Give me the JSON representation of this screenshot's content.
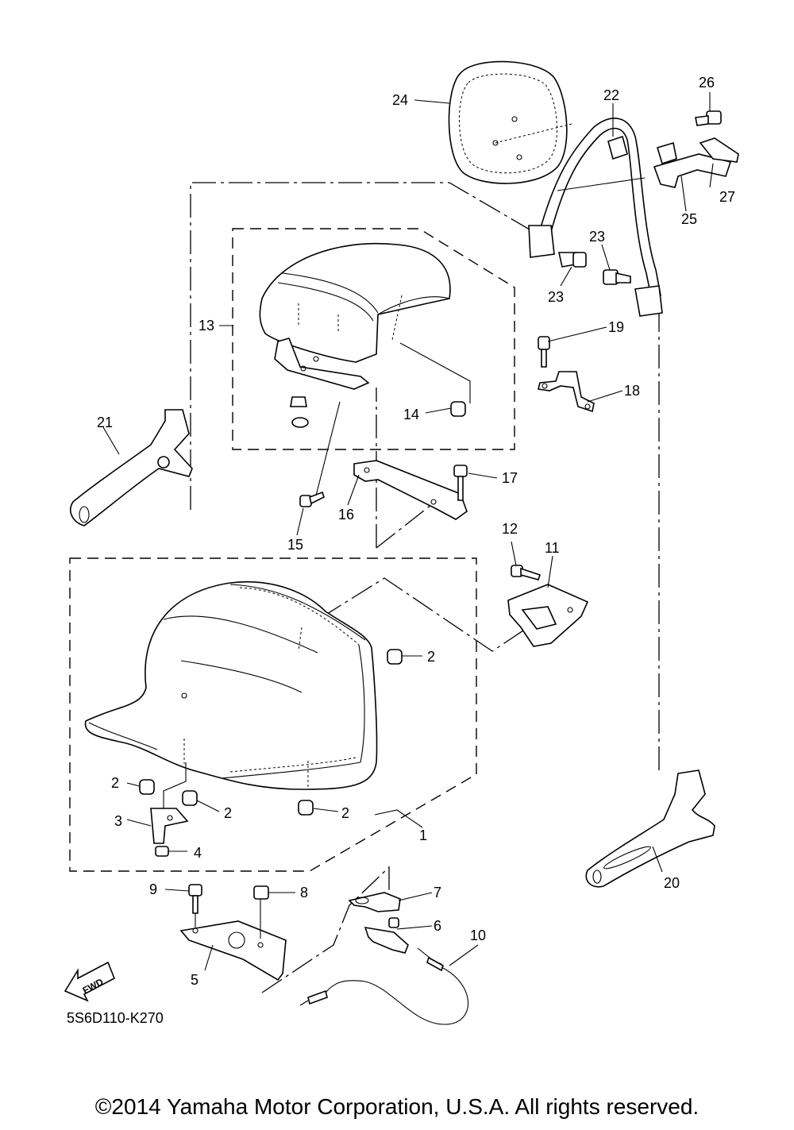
{
  "callouts": [
    "1",
    "2",
    "2",
    "2",
    "2",
    "3",
    "4",
    "5",
    "6",
    "7",
    "8",
    "9",
    "10",
    "11",
    "12",
    "13",
    "14",
    "15",
    "16",
    "17",
    "18",
    "19",
    "20",
    "21",
    "22",
    "23",
    "23",
    "24",
    "25",
    "26",
    "27"
  ],
  "diagram_code": "5S6D110-K270",
  "fwd_label": "FWD",
  "copyright": "©2014 Yamaha Motor Corporation, U.S.A. All rights reserved."
}
